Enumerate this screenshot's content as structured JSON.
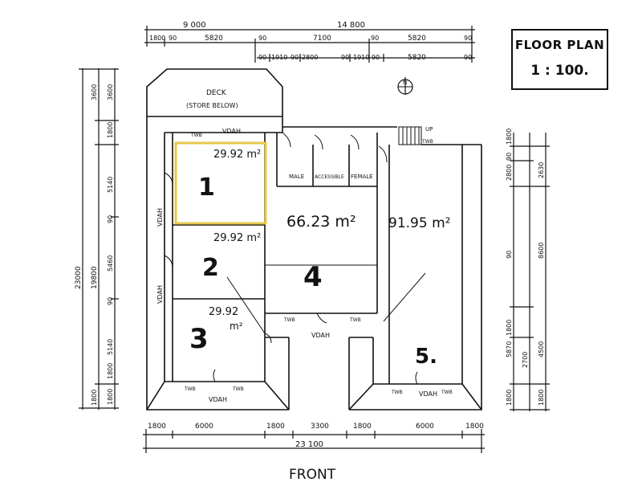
{
  "title": {
    "line1": "FLOOR PLAN",
    "line2": "1 : 100."
  },
  "front_label": "FRONT",
  "north_label": "N",
  "rooms": {
    "r1": {
      "number": "1",
      "area": "29.92 m²"
    },
    "r2": {
      "number": "2",
      "area": "29.92 m²"
    },
    "r3": {
      "number": "3",
      "area_value": "29.92",
      "area_unit": "m²"
    },
    "r4": {
      "number": "4",
      "area": "66.23 m²"
    },
    "r5": {
      "number": "5.",
      "area": "91.95 m²"
    }
  },
  "labels": {
    "deck": "DECK",
    "store_below": "(STORE BELOW)",
    "wc_male": "MALE",
    "wc_accessible": "ACCESSIBLE",
    "wc_female": "FEMALE",
    "vdah": "VDAH",
    "twb": "TWB",
    "up": "UP"
  },
  "dimensions": {
    "top_overall": "14 800",
    "top_left": "9 000",
    "top_row1": [
      "1800",
      "90",
      "5820",
      "90",
      "7100",
      "90",
      "5820",
      "90"
    ],
    "top_row2": [
      "90",
      "1910",
      "90",
      "2800",
      "90",
      "1910",
      "90",
      "5820",
      "90"
    ],
    "bottom_overall": "23 100",
    "bottom_row": [
      "1800",
      "6000",
      "1800",
      "3300",
      "1800",
      "6000",
      "1800"
    ],
    "left_outer": "23000",
    "left_mid": "19800",
    "left_col1": [
      "3600",
      "1800",
      "5140",
      "90",
      "5460",
      "90",
      "5140",
      "1800",
      "1800"
    ],
    "left_col2": [
      "3600",
      "1800"
    ],
    "right_col1": [
      "1800",
      "90",
      "2800",
      "90",
      "5870",
      "1800",
      "2700",
      "1800"
    ],
    "right_col2": [
      "2630",
      "8600",
      "4500",
      "1800"
    ]
  }
}
